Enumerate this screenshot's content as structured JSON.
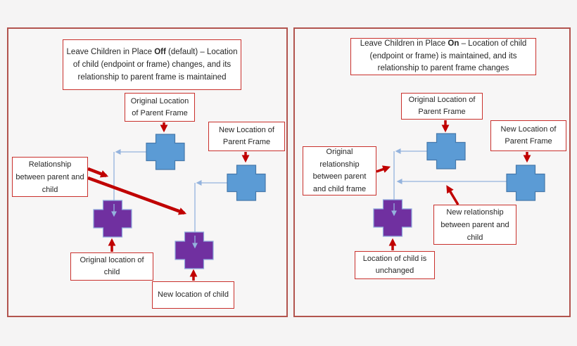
{
  "colors": {
    "background": "#f5f4f4",
    "panel_border": "#b2544e",
    "label_box_border": "#c9302c",
    "label_box_fill": "#ffffff",
    "red_arrow": "#c00000",
    "connector_blue": "#94b3dd",
    "parent_frame_fill": "#5b9bd5",
    "parent_frame_stroke": "#4779ab",
    "child_fill": "#7030a0",
    "child_stroke": "#8faadc",
    "text": "#262626"
  },
  "left_panel": {
    "title": {
      "prefix": "Leave Children in Place ",
      "bold": "Off",
      "suffix": " (default) – Location of child (endpoint or frame) changes, and its relationship to parent frame is maintained"
    },
    "labels": {
      "original_parent": "Original Location of Parent Frame",
      "new_parent": "New Location of Parent Frame",
      "relationship": "Relationship between parent and child",
      "original_child": "Original location of child",
      "new_child": "New location of child"
    },
    "shapes": {
      "original_parent_frame": "blue-cross",
      "new_parent_frame": "blue-cross",
      "original_child": "purple-cross",
      "new_child": "purple-cross"
    }
  },
  "right_panel": {
    "title": {
      "prefix": "Leave Children in Place ",
      "bold": "On",
      "suffix": " – Location of child (endpoint or frame) is maintained, and its relationship to parent frame changes"
    },
    "labels": {
      "original_parent": "Original Location of Parent Frame",
      "new_parent": "New Location of Parent Frame",
      "original_relationship": "Original relationship between parent and child frame",
      "new_relationship": "New relationship between parent and child",
      "child_unchanged": "Location of child is unchanged"
    },
    "shapes": {
      "original_parent_frame": "blue-cross",
      "new_parent_frame": "blue-cross",
      "child": "purple-cross"
    }
  }
}
